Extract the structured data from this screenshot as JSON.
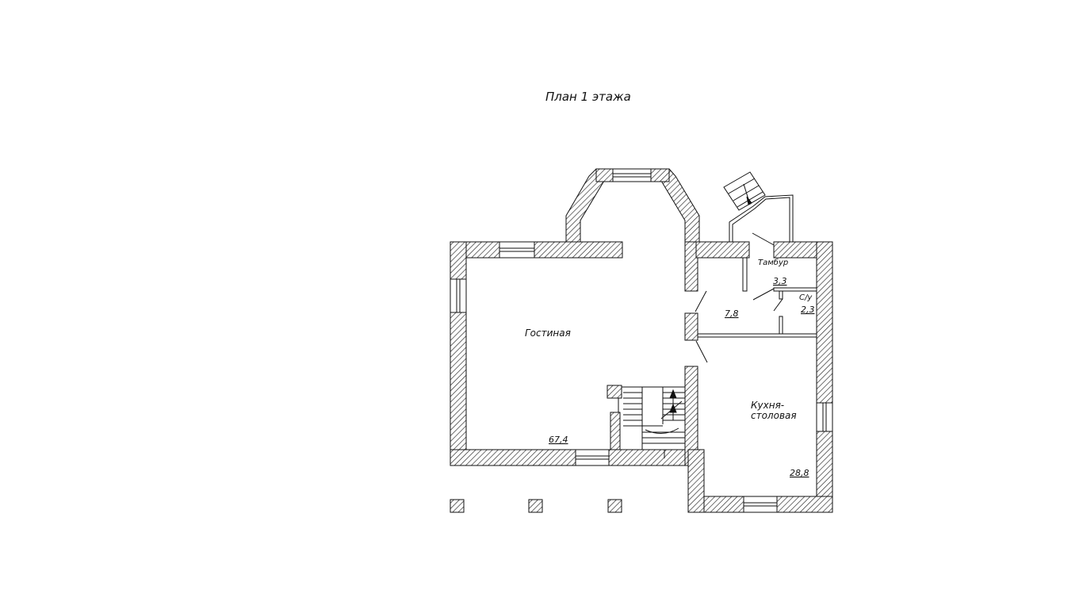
{
  "plan": {
    "title": "План 1 этажа",
    "rooms": {
      "living": {
        "name": "Гостиная",
        "area": "67,4"
      },
      "kitchen": {
        "name_line1": "Кухня-",
        "name_line2": "столовая",
        "area": "28,8"
      },
      "hall": {
        "area": "7,8"
      },
      "vestibule": {
        "name": "Тамбур",
        "area": "3,3"
      },
      "bathroom": {
        "name": "С/у",
        "area": "2,3"
      }
    }
  },
  "colors": {
    "line": "#111111",
    "hatch": "#222222",
    "background": "#ffffff"
  }
}
